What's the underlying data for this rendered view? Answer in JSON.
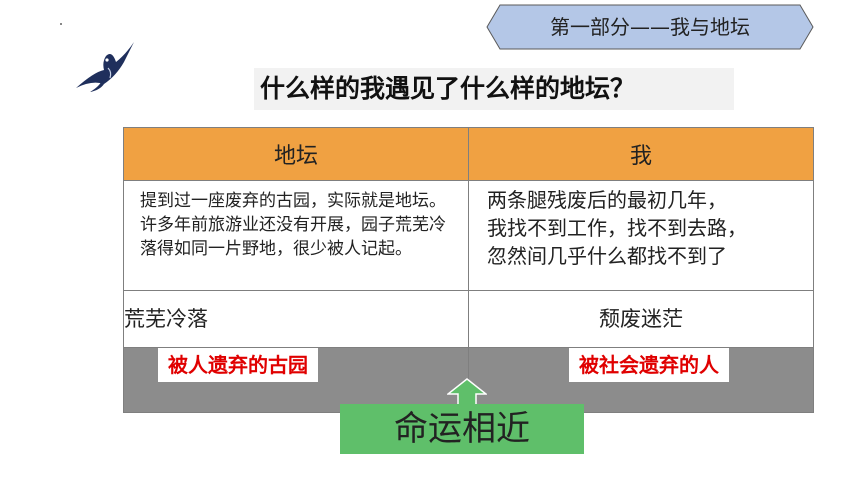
{
  "section_tag": {
    "label": "第一部分——我与地坛"
  },
  "question": "什么样的我遇见了什么样的地坛？",
  "table": {
    "headers": [
      "地坛",
      "我"
    ],
    "left_description": "提到过一座废弃的古园，实际就是地坛。许多年前旅游业还没有开展，园子荒芜冷落得如同一片野地，很少被人记起。",
    "right_description_lines": [
      "两条腿残废后的最初几年，",
      "我找不到工作，找不到去路，",
      "忽然间几乎什么都找不到了"
    ],
    "mood_left": "荒芜冷落",
    "mood_right": "颓废迷茫",
    "conclusion_left": "被人遗弃的古园",
    "conclusion_right": "被社会遗弃的人"
  },
  "fate_label": "命运相近",
  "colors": {
    "header_orange": "#f0a142",
    "tag_blue": "#b4c7e7",
    "conclusion_red": "#e00000",
    "fate_green": "#5fbf6a",
    "gray_row": "#8c8c8c"
  },
  "icons": {
    "bird": "swallow-icon",
    "arrow": "up-arrow-icon"
  }
}
